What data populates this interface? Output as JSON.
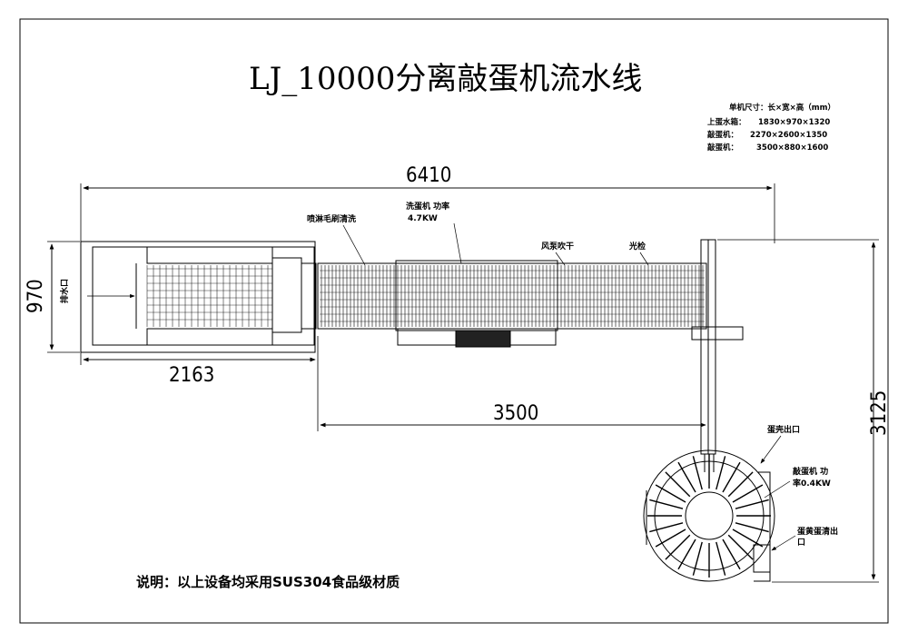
{
  "title": "LJ_10000分离敲蛋机流水线",
  "specs": {
    "heading": "单机尺寸：长×宽×高（mm）",
    "rows": [
      {
        "name": "上蛋水箱：",
        "value": "1830×970×1320"
      },
      {
        "name": "敲蛋机：",
        "value": "2270×2600×1350"
      },
      {
        "name": "敲蛋机：",
        "value": "3500×880×1600"
      }
    ]
  },
  "dimensions": {
    "overall_length": "6410",
    "width_left": "970",
    "tank_length": "2163",
    "conveyor_length": "3500",
    "side_length": "3125"
  },
  "labels": {
    "drain": "排水口",
    "spray": "喷淋毛刷清洗",
    "washer_line1": "洗蛋机 功率",
    "washer_line2": "4.7KW",
    "fan": "风泵吹干",
    "inspect": "光检",
    "shell_out": "蛋壳出口",
    "breaker_line1": "敲蛋机  功",
    "breaker_line2": "率0.4KW",
    "yolk_line1": "蛋黄蛋清出",
    "yolk_line2": "口"
  },
  "note": "说明：以上设备均采用SUS304食品级材质"
}
